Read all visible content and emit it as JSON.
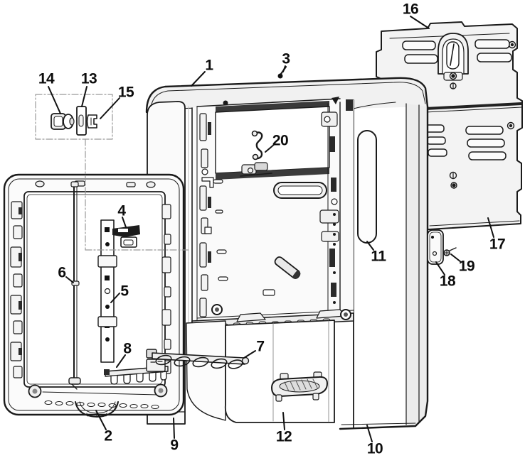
{
  "diagram": {
    "type": "exploded-parts-diagram",
    "background_color": "#ffffff",
    "line_color": "#1a1a1a",
    "shade_color": "#efefef",
    "dark_fill_color": "#2a2a2a",
    "dash_line_color": "#999999",
    "callout_color": "#0d0d0d"
  },
  "callouts": [
    "1",
    "2",
    "3",
    "4",
    "5",
    "6",
    "7",
    "8",
    "9",
    "10",
    "11",
    "12",
    "13",
    "14",
    "15",
    "16",
    "17",
    "18",
    "19",
    "20"
  ]
}
